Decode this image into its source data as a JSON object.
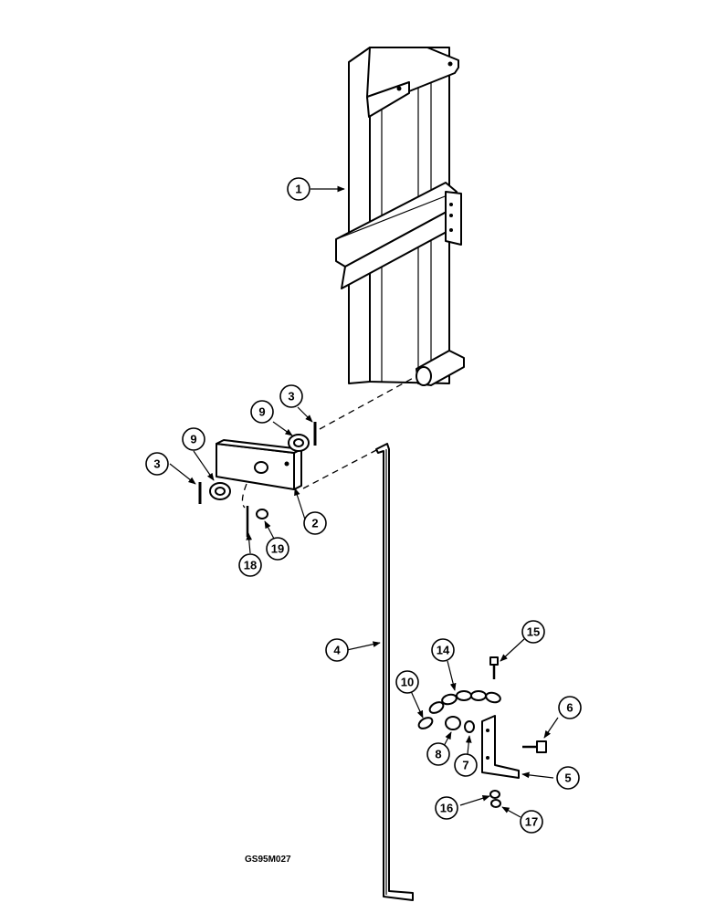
{
  "drawing_code": "GS95M027",
  "callouts": [
    "1",
    "2",
    "3",
    "3",
    "4",
    "5",
    "6",
    "7",
    "8",
    "9",
    "9",
    "10",
    "14",
    "15",
    "16",
    "17",
    "18",
    "19"
  ]
}
